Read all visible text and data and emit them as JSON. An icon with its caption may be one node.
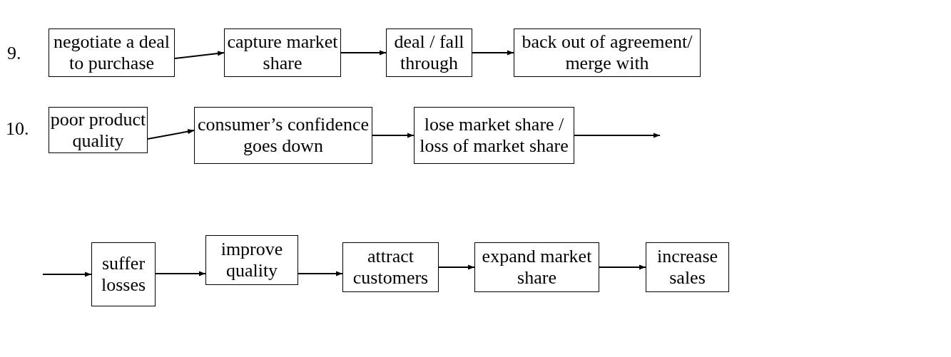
{
  "diagram": {
    "nodes": [
      {
        "text": [
          "negotiate a deal to purchase"
        ]
      },
      {
        "text": [
          "capture market share"
        ]
      },
      {
        "text": [
          "deal / fall through"
        ]
      },
      {
        "text": [
          "back out of agreement/ merge with"
        ]
      },
      {
        "text": [
          "poor product quality"
        ]
      },
      {
        "text": [
          "consumer’s confidence goes down"
        ]
      },
      {
        "text": [
          "lose market share / loss of market share"
        ]
      },
      {
        "text": [
          "suffer losses"
        ]
      },
      {
        "text": [
          "improve quality"
        ]
      },
      {
        "text": [
          "attract customers"
        ]
      },
      {
        "text": [
          "expand market share"
        ]
      },
      {
        "text": [
          "increase sales"
        ]
      }
    ],
    "edges": [
      {
        "from": 0,
        "to": 1,
        "arrow": "to"
      },
      {
        "from": 1,
        "to": 2,
        "arrow": "to"
      },
      {
        "from": 2,
        "to": 3,
        "arrow": "to"
      },
      {
        "from": 4,
        "to": 5,
        "arrow": "to"
      },
      {
        "from": 5,
        "to": 6,
        "arrow": "to"
      },
      {
        "from": 6,
        "to": null,
        "arrow": "to"
      },
      {
        "from": null,
        "to": 7,
        "arrow": "to"
      },
      {
        "from": 7,
        "to": 8,
        "arrow": "to"
      },
      {
        "from": 8,
        "to": 9,
        "arrow": "to"
      },
      {
        "from": 9,
        "to": 10,
        "arrow": "to"
      },
      {
        "from": 10,
        "to": 11,
        "arrow": "to"
      }
    ],
    "labels": [
      "9.",
      "10."
    ]
  }
}
